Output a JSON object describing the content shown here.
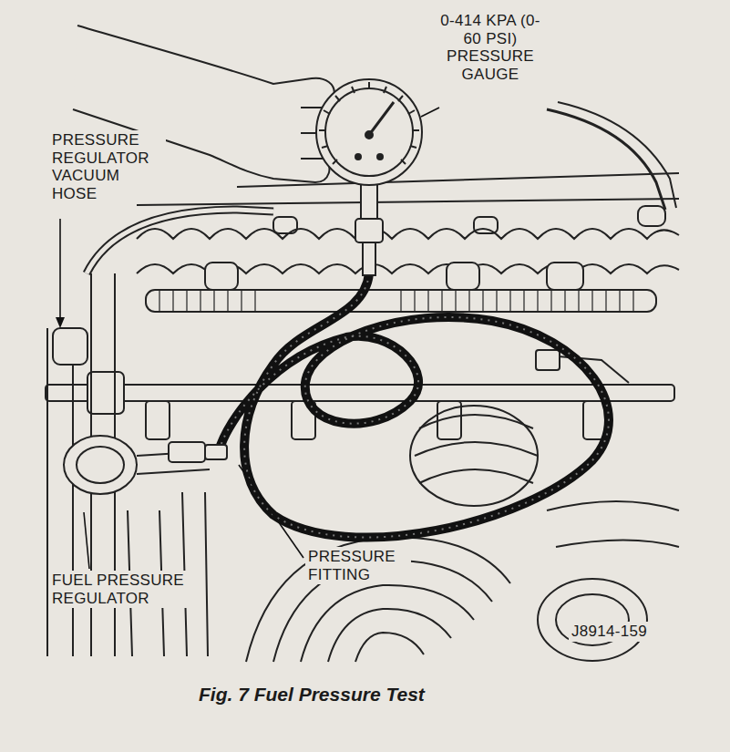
{
  "diagram": {
    "caption": "Fig. 7 Fuel Pressure Test",
    "labels": [
      "0-414 KPA (0-60 PSI) PRESSURE GAUGE",
      "PRESSURE REGULATOR VACUUM HOSE",
      "PRESSURE FITTING",
      "FUEL PRESSURE REGULATOR",
      "J8914-159"
    ]
  }
}
